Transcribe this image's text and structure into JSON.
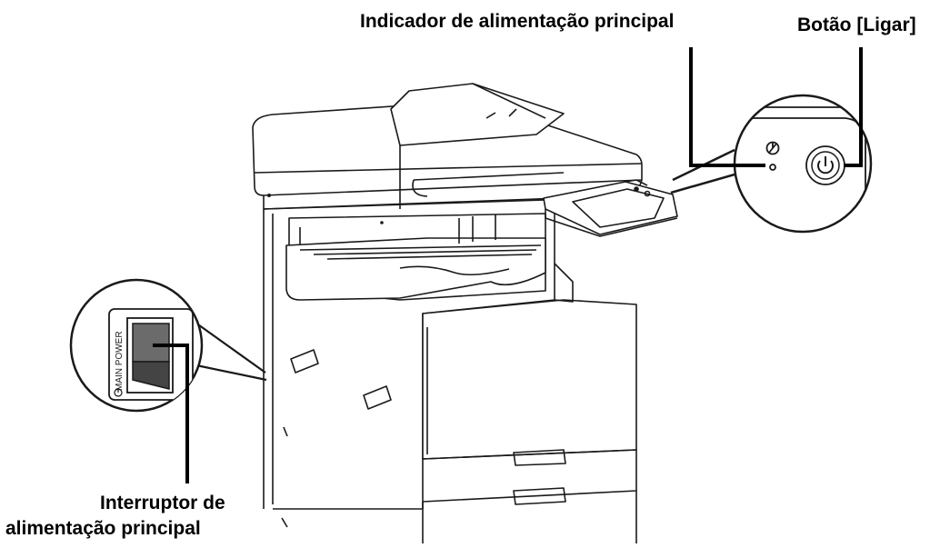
{
  "labels": {
    "main_power_indicator": "Indicador de alimentação principal",
    "power_button": "Botão [Ligar]",
    "main_power_switch_line1": "Interruptor de",
    "main_power_switch_line2": "alimentação principal"
  },
  "switch_panel_text": "MAIN POWER",
  "colors": {
    "outline": "#1a1a1a",
    "callout_line": "#000000",
    "rocker": "#555555",
    "panel_fill": "#ffffff"
  }
}
